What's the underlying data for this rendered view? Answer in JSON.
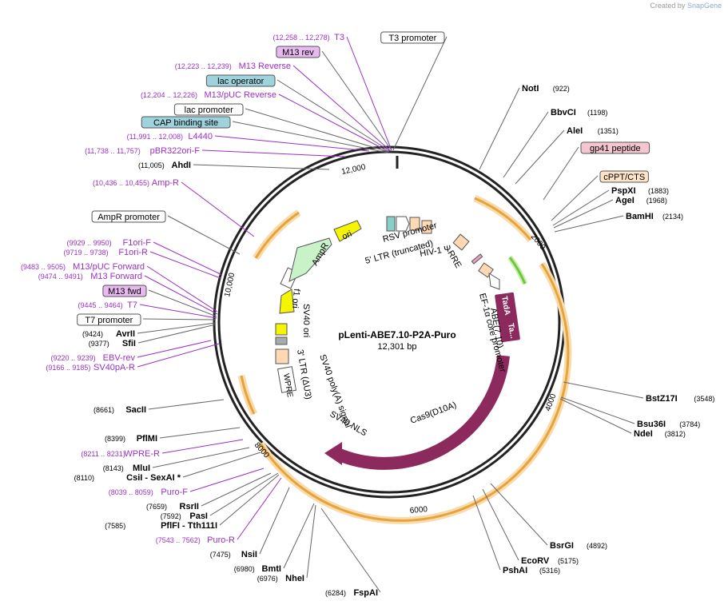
{
  "credit": {
    "prefix": "Created by",
    "brand": "SnapGene"
  },
  "map": {
    "name": "pLenti-ABE7.10-P2A-Puro",
    "length": "12,301 bp",
    "total_bp": 12301,
    "ticks": [
      "2000",
      "4000",
      "6000",
      "8000",
      "10,000",
      "12,000"
    ]
  },
  "colors": {
    "primer": "#9b30c6",
    "enzyme": "#000000",
    "cas9": "#8c2a5d",
    "ampr": "#c9f2c9",
    "ori": "#f5f500",
    "orange_band": "#f2c27c",
    "green_arrow": "#6fc83a"
  },
  "left_labels": [
    {
      "coord": "(12,258 .. 12,278)",
      "name": "T3",
      "kind": "primer"
    },
    {
      "coord": "",
      "name": "T3 promoter",
      "kind": "box-white"
    },
    {
      "coord": "",
      "name": "M13 rev",
      "kind": "box-purple"
    },
    {
      "coord": "(12,223 .. 12,239)",
      "name": "M13 Reverse",
      "kind": "primer"
    },
    {
      "coord": "",
      "name": "lac operator",
      "kind": "box-teal"
    },
    {
      "coord": "(12,204 .. 12,226)",
      "name": "M13/pUC Reverse",
      "kind": "primer"
    },
    {
      "coord": "",
      "name": "lac promoter",
      "kind": "box-white"
    },
    {
      "coord": "",
      "name": "CAP binding site",
      "kind": "box-teal"
    },
    {
      "coord": "(11,991 .. 12,008)",
      "name": "L4440",
      "kind": "primer"
    },
    {
      "coord": "(11,738 .. 11,757)",
      "name": "pBR322ori-F",
      "kind": "primer"
    },
    {
      "coord": "(11,005)",
      "name": "AhdI",
      "kind": "enzyme"
    },
    {
      "coord": "(10,436 .. 10,455)",
      "name": "Amp-R",
      "kind": "primer"
    },
    {
      "coord": "",
      "name": "AmpR promoter",
      "kind": "box-white"
    },
    {
      "coord": "(9929 .. 9950)",
      "name": "F1ori-F",
      "kind": "primer"
    },
    {
      "coord": "(9719 .. 9738)",
      "name": "F1ori-R",
      "kind": "primer"
    },
    {
      "coord": "(9483 .. 9505)",
      "name": "M13/pUC Forward",
      "kind": "primer"
    },
    {
      "coord": "(9474 .. 9491)",
      "name": "M13 Forward",
      "kind": "primer"
    },
    {
      "coord": "",
      "name": "M13 fwd",
      "kind": "box-purple"
    },
    {
      "coord": "(9445 .. 9464)",
      "name": "T7",
      "kind": "primer"
    },
    {
      "coord": "",
      "name": "T7 promoter",
      "kind": "box-white"
    },
    {
      "coord": "(9424)",
      "name": "AvrII",
      "kind": "enzyme"
    },
    {
      "coord": "(9377)",
      "name": "SfiI",
      "kind": "enzyme"
    },
    {
      "coord": "(9220 .. 9239)",
      "name": "EBV-rev",
      "kind": "primer"
    },
    {
      "coord": "(9166 .. 9185)",
      "name": "SV40pA-R",
      "kind": "primer"
    },
    {
      "coord": "(8661)",
      "name": "SacII",
      "kind": "enzyme"
    },
    {
      "coord": "(8399)",
      "name": "PflMI",
      "kind": "enzyme"
    },
    {
      "coord": "(8211 .. 8231)",
      "name": "WPRE-R",
      "kind": "primer"
    },
    {
      "coord": "(8143)",
      "name": "MluI",
      "kind": "enzyme"
    },
    {
      "coord": "(8110)",
      "name": "CsiI  - SexAI *",
      "kind": "enzyme"
    },
    {
      "coord": "(8039 .. 8059)",
      "name": "Puro-F",
      "kind": "primer"
    },
    {
      "coord": "(7659)",
      "name": "RsrII",
      "kind": "enzyme"
    },
    {
      "coord": "(7592)",
      "name": "PasI",
      "kind": "enzyme"
    },
    {
      "coord": "(7585)",
      "name": "PflFI  - Tth111I",
      "kind": "enzyme"
    },
    {
      "coord": "(7543 .. 7562)",
      "name": "Puro-R",
      "kind": "primer"
    },
    {
      "coord": "(7475)",
      "name": "NsiI",
      "kind": "enzyme"
    },
    {
      "coord": "(6980)",
      "name": "BmtI",
      "kind": "enzyme"
    },
    {
      "coord": "(6976)",
      "name": "NheI",
      "kind": "enzyme"
    },
    {
      "coord": "(6284)",
      "name": "FspAI",
      "kind": "enzyme"
    }
  ],
  "right_labels": [
    {
      "name": "NotI",
      "coord": "(922)",
      "kind": "enzyme"
    },
    {
      "name": "BbvCI",
      "coord": "(1198)",
      "kind": "enzyme"
    },
    {
      "name": "AleI",
      "coord": "(1351)",
      "kind": "enzyme"
    },
    {
      "name": "gp41 peptide",
      "coord": "",
      "kind": "box-pink"
    },
    {
      "name": "cPPT/CTS",
      "coord": "",
      "kind": "box-peach"
    },
    {
      "name": "PspXI",
      "coord": "(1883)",
      "kind": "enzyme"
    },
    {
      "name": "AgeI",
      "coord": "(1968)",
      "kind": "enzyme"
    },
    {
      "name": "BamHI",
      "coord": "(2134)",
      "kind": "enzyme"
    },
    {
      "name": "BstZ17I",
      "coord": "(3548)",
      "kind": "enzyme"
    },
    {
      "name": "Bsu36I",
      "coord": "(3784)",
      "kind": "enzyme"
    },
    {
      "name": "NdeI",
      "coord": "(3812)",
      "kind": "enzyme"
    },
    {
      "name": "BsrGI",
      "coord": "(4892)",
      "kind": "enzyme"
    },
    {
      "name": "EcoRV",
      "coord": "(5175)",
      "kind": "enzyme"
    },
    {
      "name": "PshAI",
      "coord": "(5316)",
      "kind": "enzyme"
    }
  ],
  "features": {
    "rsv": "RSV promoter",
    "ltr5": "5' LTR (truncated)",
    "hiv": "HIV-1 Ψ",
    "rre": "RRE",
    "ef1a": "EF-1α core promoter",
    "tada": "TadA",
    "ta": "Ta...",
    "abe": "ABE(7.10)",
    "cas9": "Cas9(D10A)",
    "sv40nls": "SV40 NLS",
    "sv40sig": "SV40 poly(A) signal",
    "ltr3": "3' LTR (ΔU3)",
    "wpre": "WPRE",
    "sv40ori": "SV40 ori",
    "f1ori": "f1 ori",
    "ampr": "AmpR",
    "ori": "ori"
  }
}
